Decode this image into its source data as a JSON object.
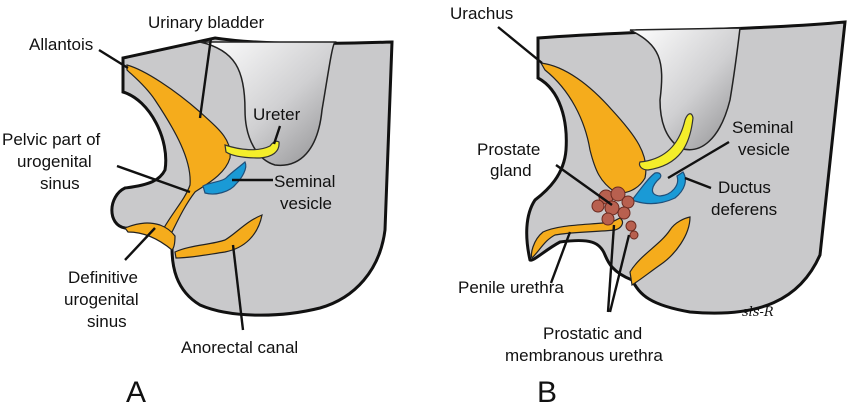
{
  "figure": {
    "panels": [
      {
        "id": "A",
        "letter": "A",
        "labels": {
          "urinary_bladder": "Urinary bladder",
          "allantois": "Allantois",
          "ureter": "Ureter",
          "pelvic_part": [
            "Pelvic part of",
            "urogenital",
            "sinus"
          ],
          "seminal_vesicle": [
            "Seminal",
            "vesicle"
          ],
          "definitive_sinus": [
            "Definitive",
            "urogenital",
            "sinus"
          ],
          "anorectal_canal": "Anorectal canal"
        }
      },
      {
        "id": "B",
        "letter": "B",
        "labels": {
          "urachus": "Urachus",
          "prostate_gland": [
            "Prostate",
            "gland"
          ],
          "seminal_vesicle": [
            "Seminal",
            "vesicle"
          ],
          "ductus_deferens": [
            "Ductus",
            "deferens"
          ],
          "penile_urethra": "Penile urethra",
          "prostatic_membranous": [
            "Prostatic and",
            "membranous urethra"
          ]
        }
      }
    ],
    "signature": "sls-R",
    "colors": {
      "tissue": "#c9c9cb",
      "bladder_urethra": "#f5ac1c",
      "ureter": "#f4ee2a",
      "seminal_vesicle": "#1a9ad6",
      "prostate": "#b8604f",
      "outline": "#111111"
    }
  }
}
